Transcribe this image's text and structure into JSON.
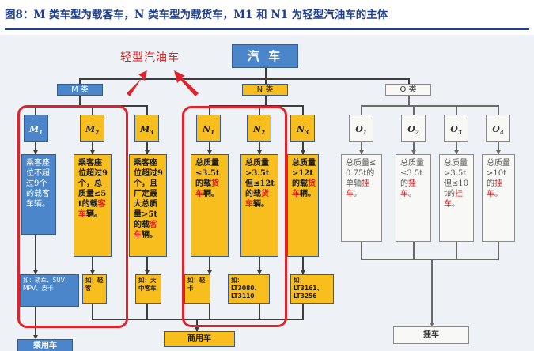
{
  "caption": "图8：M 类车型为载客车，N 类车型为载货车，M1 和 N1 为轻型汽油车的主体",
  "root": "汽 车",
  "annotation": "轻型汽油车",
  "colors": {
    "blue": "#4a86c9",
    "yellow": "#f7be1e",
    "red": "#e02020",
    "outline": "#e0222b"
  },
  "groups": {
    "m": "M 类",
    "n": "N 类",
    "o": "O 类"
  },
  "m": {
    "m1": {
      "code": "M",
      "sub": "1",
      "desc": "乘客座位不超过9个的载客车辆。"
    },
    "m2": {
      "code": "M",
      "sub": "2",
      "desc1": "乘客座位超过9个，总质量≤5t的载",
      "red": "客车",
      "desc2": "辆。",
      "ex": "如：轻客"
    },
    "m3": {
      "code": "M",
      "sub": "3",
      "desc1": "乘客座位超过9个，且厂定最大总质量>5t的载",
      "red": "客车",
      "desc2": "辆。",
      "ex": "如：大中客车"
    },
    "m1_ex": "如：轿车、SUV、MPV、皮卡"
  },
  "n": {
    "n1": {
      "code": "N",
      "sub": "1",
      "desc1": "总质量≤3.5t的载",
      "red": "货车",
      "desc2": "辆。",
      "ex": "如：轻卡"
    },
    "n2": {
      "code": "N",
      "sub": "2",
      "desc1": "总质量>3.5t但≤12t的载",
      "red": "货车",
      "desc2": "辆。",
      "ex": "如：LT3080、LT3110"
    },
    "n3": {
      "code": "N",
      "sub": "3",
      "desc1": "总质量>12t的载",
      "red": "货车",
      "desc2": "辆。",
      "ex": "如：LT3161、LT3256"
    }
  },
  "o": {
    "o1": {
      "code": "O",
      "sub": "1",
      "desc1": "总质量≤0.75t的单轴",
      "red": "挂车",
      "desc2": "。"
    },
    "o2": {
      "code": "O",
      "sub": "2",
      "desc1": "总质量≤3.5t的",
      "red": "挂车",
      "desc2": "。"
    },
    "o3": {
      "code": "O",
      "sub": "3",
      "desc1": "总质量>3.5t但≤10t的",
      "red": "挂车",
      "desc2": "。"
    },
    "o4": {
      "code": "O",
      "sub": "4",
      "desc1": "总质量>10t的",
      "red": "挂车",
      "desc2": "。"
    }
  },
  "bottom": {
    "passenger": "乘用车",
    "commercial": "商用车",
    "trailer": "挂车"
  }
}
